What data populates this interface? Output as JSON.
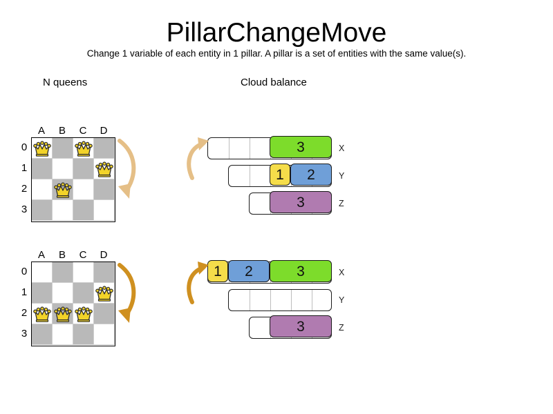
{
  "header": {
    "title": "PillarChangeMove",
    "subtitle": "Change 1 variable of each entity in 1 pillar. A pillar is a set of entities with the same value(s)."
  },
  "sections": {
    "nqueens_heading": "N queens",
    "cloud_heading": "Cloud balance"
  },
  "colors": {
    "board_dark": "#b9b9b9",
    "board_light": "#ffffff",
    "queen": "#f2d329",
    "segment_yellow": "#f5dd4a",
    "segment_blue": "#6f9fd8",
    "segment_green": "#7ddc2b",
    "segment_purple": "#b07bb0",
    "arrow_light": "#e5bf87",
    "arrow_dark": "#cf9020"
  },
  "nqueens": {
    "columns": [
      "A",
      "B",
      "C",
      "D"
    ],
    "rows": [
      "0",
      "1",
      "2",
      "3"
    ],
    "boards": [
      {
        "name": "before",
        "queens": [
          {
            "col": 0,
            "row": 0
          },
          {
            "col": 2,
            "row": 0
          },
          {
            "col": 3,
            "row": 1
          },
          {
            "col": 1,
            "row": 2
          }
        ]
      },
      {
        "name": "after",
        "queens": [
          {
            "col": 3,
            "row": 1
          },
          {
            "col": 0,
            "row": 2
          },
          {
            "col": 1,
            "row": 2
          },
          {
            "col": 2,
            "row": 2
          }
        ]
      }
    ]
  },
  "cloud_balance": {
    "unit_width": 30,
    "boards": [
      {
        "name": "before",
        "rows": [
          {
            "label": "X",
            "capacity": 6,
            "empty_units": 3,
            "segments": [
              {
                "value": "3",
                "units": 3,
                "color": "#7ddc2b"
              }
            ]
          },
          {
            "label": "Y",
            "capacity": 5,
            "empty_units": 2,
            "segments": [
              {
                "value": "1",
                "units": 1,
                "color": "#f5dd4a"
              },
              {
                "value": "2",
                "units": 2,
                "color": "#6f9fd8"
              }
            ]
          },
          {
            "label": "Z",
            "capacity": 4,
            "empty_units": 1,
            "segments": [
              {
                "value": "3",
                "units": 3,
                "color": "#b07bb0"
              }
            ]
          }
        ]
      },
      {
        "name": "after",
        "rows": [
          {
            "label": "X",
            "capacity": 6,
            "empty_units": 0,
            "segments": [
              {
                "value": "1",
                "units": 1,
                "color": "#f5dd4a"
              },
              {
                "value": "2",
                "units": 2,
                "color": "#6f9fd8"
              },
              {
                "value": "3",
                "units": 3,
                "color": "#7ddc2b"
              }
            ]
          },
          {
            "label": "Y",
            "capacity": 5,
            "empty_units": 5,
            "segments": []
          },
          {
            "label": "Z",
            "capacity": 4,
            "empty_units": 1,
            "segments": [
              {
                "value": "3",
                "units": 3,
                "color": "#b07bb0"
              }
            ]
          }
        ]
      }
    ]
  },
  "arrows": [
    {
      "name": "arrow-chess-top",
      "direction": "down",
      "color": "#e5bf87"
    },
    {
      "name": "arrow-chess-bottom",
      "direction": "down",
      "color": "#cf9020"
    },
    {
      "name": "arrow-cloud-top",
      "direction": "up",
      "color": "#e5bf87"
    },
    {
      "name": "arrow-cloud-bottom",
      "direction": "up",
      "color": "#cf9020"
    }
  ]
}
